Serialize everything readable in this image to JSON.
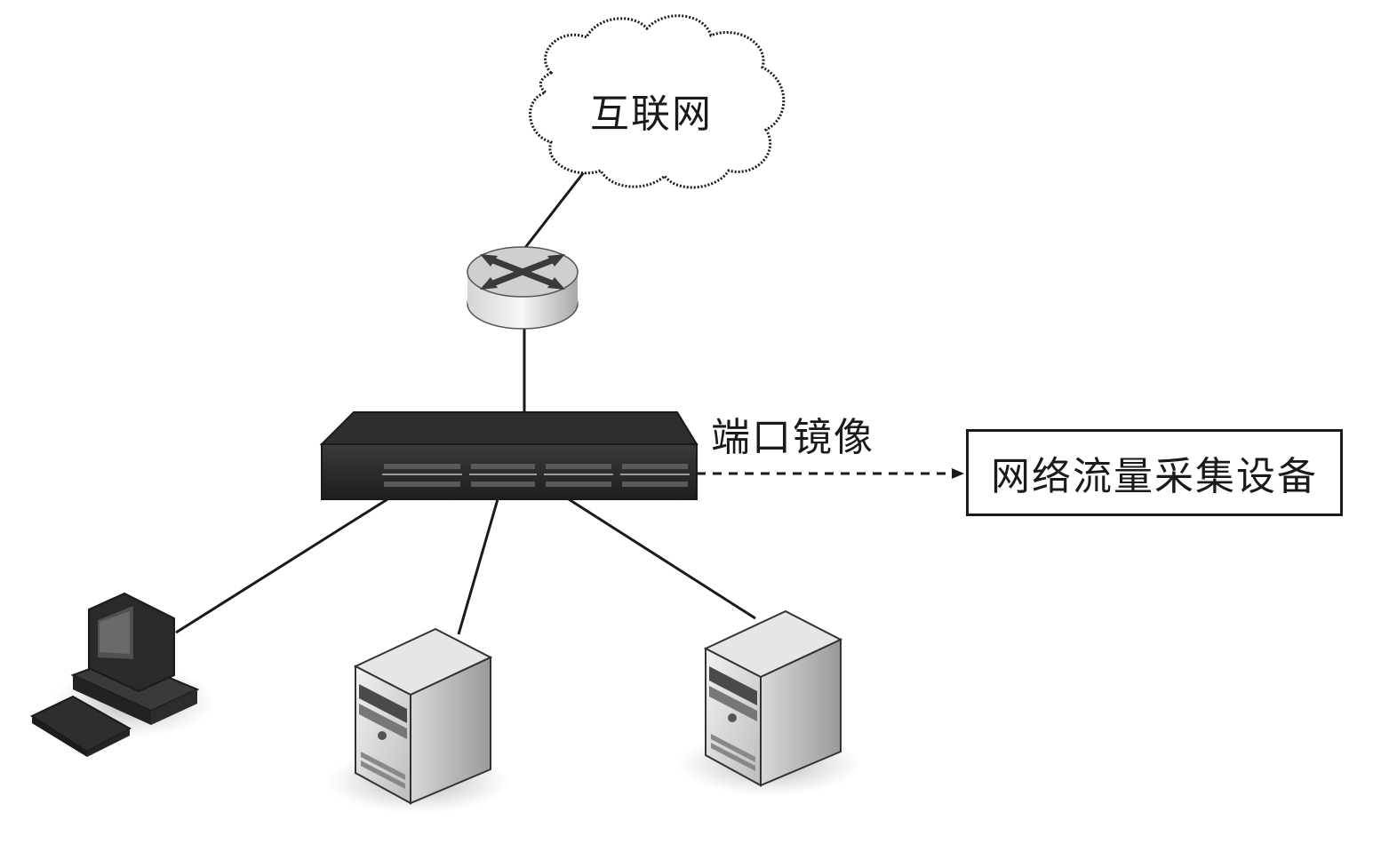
{
  "cloud": {
    "label": "互联网",
    "icon": "cloud-icon"
  },
  "router": {
    "icon": "router-icon"
  },
  "switch": {
    "icon": "switch-icon",
    "mirror_label": "端口镜像"
  },
  "collector": {
    "label": "网络流量采集设备"
  },
  "endpoints": [
    {
      "icon": "desktop-computer-icon"
    },
    {
      "icon": "server-icon"
    },
    {
      "icon": "server-icon"
    }
  ],
  "colors": {
    "line": "#1a1a1a",
    "device_dark": "#2b2b2b",
    "device_light": "#e8e8e8"
  }
}
